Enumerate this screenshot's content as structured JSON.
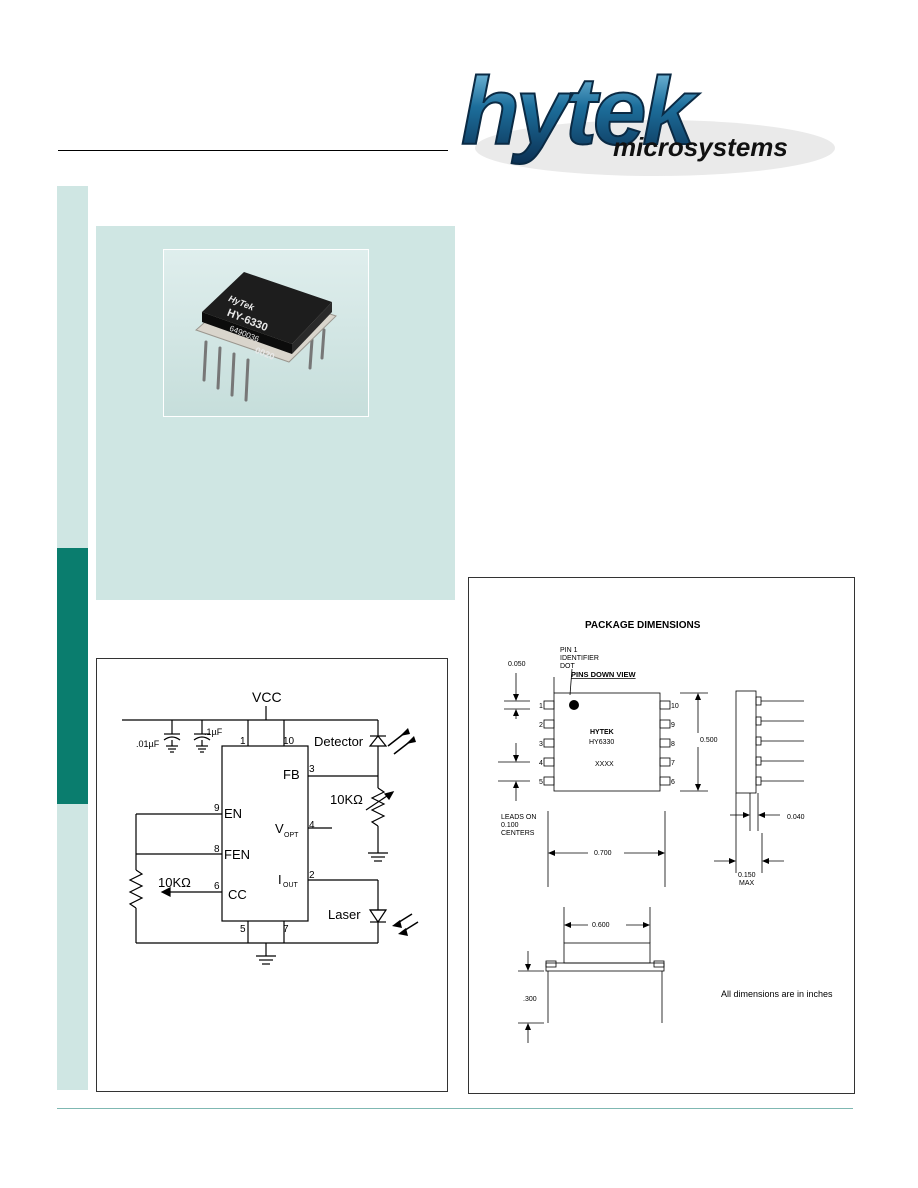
{
  "logo": {
    "brand": "hytek",
    "sub": "microsystems"
  },
  "photo": {
    "chip_brand": "HyTek",
    "chip_part": "HY-6330",
    "chip_code": "6490036",
    "chip_date": "0020"
  },
  "schematic": {
    "vcc": "VCC",
    "cap1": ".01µF",
    "cap2": ".1µF",
    "pin_1": "1",
    "pin_10": "10",
    "pin_3": "3",
    "pin_4": "4",
    "pin_2": "2",
    "pin_9": "9",
    "pin_8": "8",
    "pin_6": "6",
    "pin_5": "5",
    "pin_7": "7",
    "fb": "FB",
    "en": "EN",
    "fen": "FEN",
    "cc": "CC",
    "vopt_main": "V",
    "vopt_sub": "OPT",
    "iout_main": "I",
    "iout_sub": "OUT",
    "detector": "Detector",
    "laser": "Laser",
    "res_fb": "10KΩ",
    "res_cc": "10KΩ"
  },
  "package": {
    "title": "PACKAGE  DIMENSIONS",
    "pin1_line1": "PIN 1",
    "pin1_line2": "IDENTIFIER",
    "pin1_line3": "DOT",
    "view": "PINS DOWN VIEW",
    "dim_050": "0.050",
    "dim_500": "0.500",
    "dim_700": "0.700",
    "dim_040": "0.040",
    "dim_150": "0.150",
    "dim_150_max": "MAX",
    "dim_600": "0.600",
    "dim_300": ".300",
    "leads_line1": "LEADS ON",
    "leads_line2": "0.100",
    "leads_line3": "CENTERS",
    "mark1": "HYTEK",
    "mark2": "HY6330",
    "mark3": "XXXX",
    "pins_left": [
      "1",
      "2",
      "3",
      "4",
      "5"
    ],
    "pins_right": [
      "10",
      "9",
      "8",
      "7",
      "6"
    ],
    "note": "All dimensions are in inches"
  }
}
